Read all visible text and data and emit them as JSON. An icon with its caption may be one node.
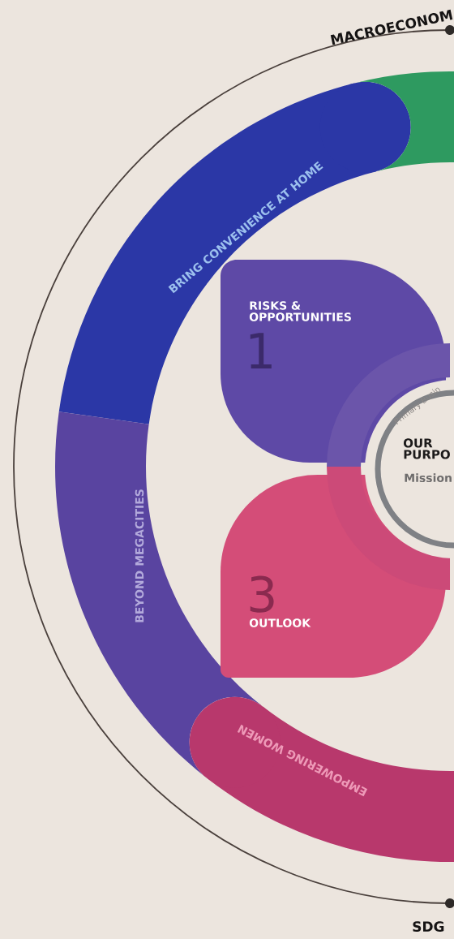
{
  "diagram": {
    "nodes": [
      {
        "text": [],
        "shape": "band"
      },
      {
        "text": [
          "BRING CONVENIENCE AT HOME"
        ]
      },
      {
        "text": [
          "RISKS & OPPORTUNITIES",
          "1"
        ]
      },
      {
        "text": [
          "Primary Busin",
          "OUR PURPO",
          "Mission"
        ]
      },
      {
        "text": [
          "BEYOND MEGACITIES"
        ]
      },
      {
        "text": [
          "3",
          "OUTLOOK"
        ]
      },
      {
        "text": [
          "EMPOWERING WOMEN"
        ]
      }
    ],
    "labels": [
      "MACROECONOM",
      "SDG"
    ]
  }
}
